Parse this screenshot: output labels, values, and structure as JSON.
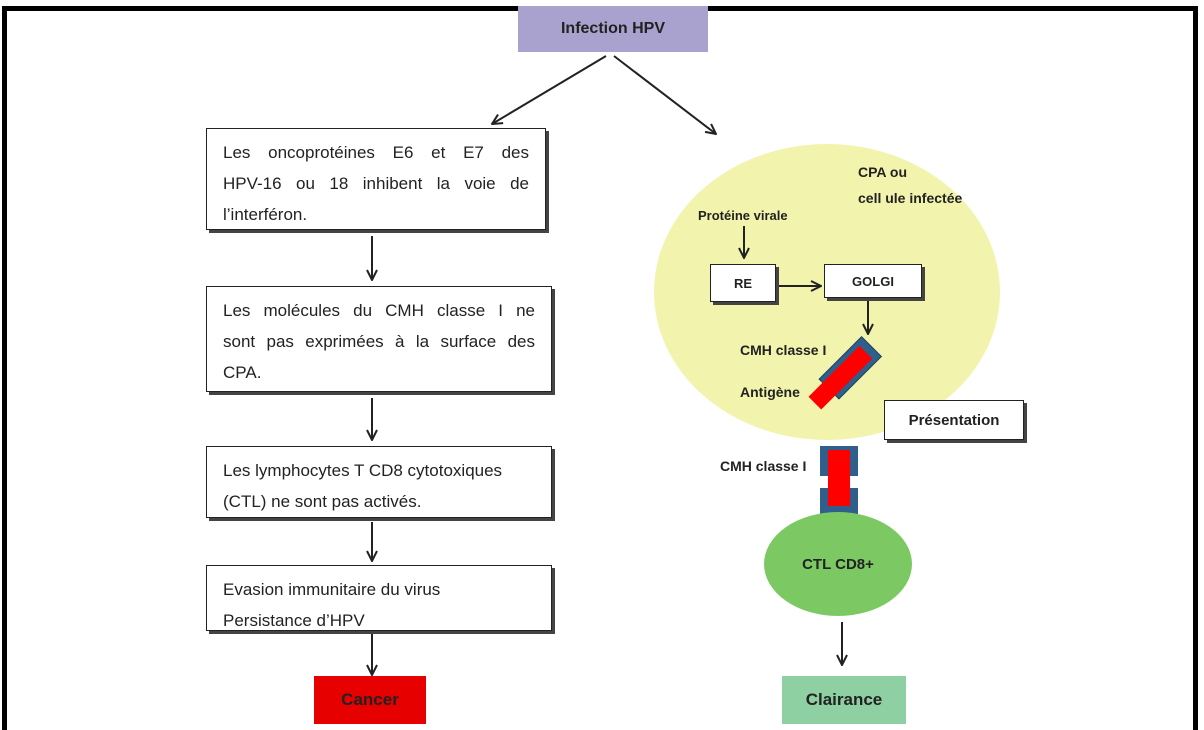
{
  "title": "Infection HPV",
  "left_path": {
    "step1": [
      "Les oncoprotéines E6 et E7 des",
      "HPV-16 ou 18 inhibent la voie de",
      "l’interféron."
    ],
    "step2": [
      "Les molécules du CMH classe I ne",
      "sont pas exprimées à la surface des",
      "CPA."
    ],
    "step3": [
      "Les lymphocytes T CD8 cytotoxiques",
      "(CTL) ne sont pas activés."
    ],
    "step4": [
      "Evasion immunitaire du virus",
      "Persistance d’HPV"
    ],
    "outcome": "Cancer"
  },
  "right_path": {
    "cell_label": [
      "CPA ou",
      "cell ule infectée"
    ],
    "viral_protein": "Protéine virale",
    "re": "RE",
    "golgi": "GOLGI",
    "mhc_class_i_top": "CMH classe I",
    "antigen": "Antigène",
    "presentation": "Présentation",
    "mhc_class_i_bottom": "CMH classe I",
    "ctl": "CTL CD8+",
    "outcome": "Clairance"
  },
  "colors": {
    "infection_box": "#a9a2cf",
    "cell": "#f2f4ad",
    "ctl_cell": "#7cc964",
    "cancer_box": "#e60000",
    "clairance_box": "#8fd0a3",
    "antigen": "#ff0000",
    "mhc": "#2f5f8a"
  }
}
